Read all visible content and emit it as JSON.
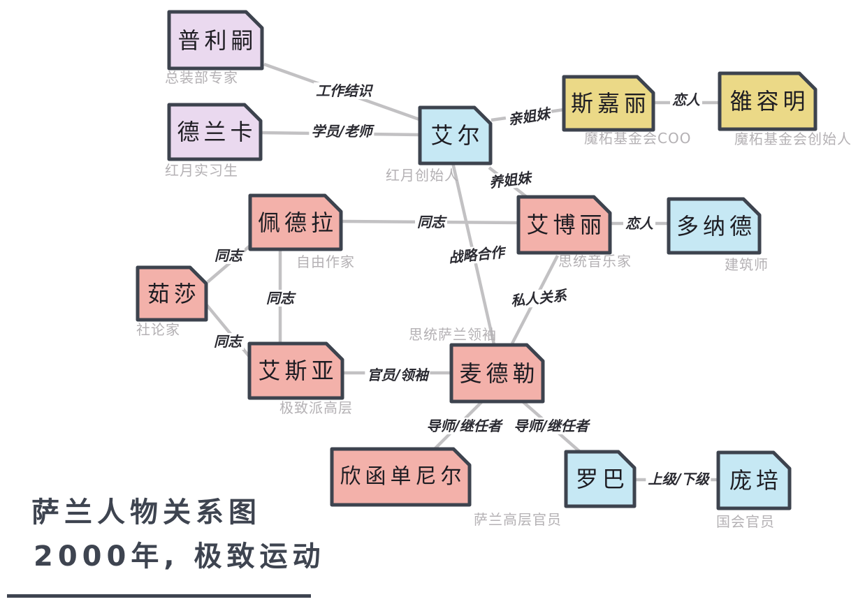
{
  "diagram": {
    "title_line1": "萨兰人物关系图",
    "title_line2": "2000年, 极致运动"
  },
  "colors": {
    "purple": "#ead9ef",
    "blue": "#c6e8f4",
    "yellow": "#ebd987",
    "pink": "#f3b1aa",
    "border": "#3d434e",
    "edge": "#c2c1c3",
    "node_text": "#1d1c22",
    "edge_label_text": "#2a2a31",
    "caption_text": "#b4b1b4",
    "title_text": "#3e4450"
  },
  "nodes": [
    {
      "name": "普利嗣",
      "caption": "总装部专家",
      "color": "purple"
    },
    {
      "name": "德兰卡",
      "caption": "红月实习生",
      "color": "purple"
    },
    {
      "name": "艾尔",
      "caption": "红月创始人",
      "color": "blue"
    },
    {
      "name": "斯嘉丽",
      "caption": "魔柘基金会COO",
      "color": "yellow"
    },
    {
      "name": "雒容明",
      "caption": "魔柘基金会创始人",
      "color": "yellow"
    },
    {
      "name": "佩德拉",
      "caption": "自由作家",
      "color": "pink"
    },
    {
      "name": "艾博丽",
      "caption": "思统音乐家",
      "color": "pink"
    },
    {
      "name": "多纳德",
      "caption": "建筑师",
      "color": "blue"
    },
    {
      "name": "茹莎",
      "caption": "社论家",
      "color": "pink"
    },
    {
      "name": "艾斯亚",
      "caption": "极致派高层",
      "color": "pink"
    },
    {
      "name": "麦德勒",
      "caption": "思统萨兰领袖",
      "color": "pink"
    },
    {
      "name": "欣函单尼尔",
      "caption": "萨兰高层官员",
      "color": "pink"
    },
    {
      "name": "罗巴",
      "color": "blue"
    },
    {
      "name": "庞培",
      "caption": "国会官员",
      "color": "blue"
    }
  ],
  "edges": [
    {
      "from": "普利嗣",
      "to": "艾尔",
      "label": "工作结识"
    },
    {
      "from": "德兰卡",
      "to": "艾尔",
      "label": "学员/老师"
    },
    {
      "from": "艾尔",
      "to": "斯嘉丽",
      "label": "亲姐妹"
    },
    {
      "from": "斯嘉丽",
      "to": "雒容明",
      "label": "恋人"
    },
    {
      "from": "艾尔",
      "to": "艾博丽",
      "label": "养姐妹"
    },
    {
      "from": "佩德拉",
      "to": "艾博丽",
      "label": "同志"
    },
    {
      "from": "艾尔",
      "to": "麦德勒",
      "label": "战略合作"
    },
    {
      "from": "艾博丽",
      "to": "多纳德",
      "label": "恋人"
    },
    {
      "from": "艾博丽",
      "to": "麦德勒",
      "label": "私人关系"
    },
    {
      "from": "茹莎",
      "to": "佩德拉",
      "label": "同志"
    },
    {
      "from": "茹莎",
      "to": "艾斯亚",
      "label": "同志"
    },
    {
      "from": "佩德拉",
      "to": "艾斯亚",
      "label": "同志"
    },
    {
      "from": "艾斯亚",
      "to": "麦德勒",
      "label": "官员/领袖"
    },
    {
      "from": "麦德勒",
      "to": "欣函单尼尔",
      "label": "导师/继任者"
    },
    {
      "from": "麦德勒",
      "to": "罗巴",
      "label": "导师/继任者"
    },
    {
      "from": "罗巴",
      "to": "庞培",
      "label": "上级/下级"
    }
  ]
}
